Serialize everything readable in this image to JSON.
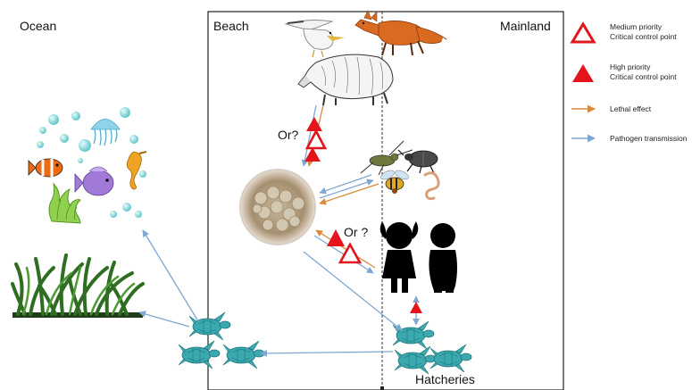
{
  "regions": {
    "ocean": "Ocean",
    "beach": "Beach",
    "mainland": "Mainland",
    "hatcheries": "Hatcheries"
  },
  "annotations": {
    "or_top": "Or?",
    "or_middle": "Or ?"
  },
  "legend": {
    "medium_line1": "Medium priority",
    "medium_line2": "Critical control point",
    "high_line1": "High priority",
    "high_line2": "Critical control point",
    "lethal": "Lethal effect",
    "pathogen": "Pathogen transmission"
  },
  "colors": {
    "priority_red": "#e3141b",
    "lethal_orange": "#d98a3a",
    "pathogen_blue": "#7fa7d2",
    "turtle_teal": "#3aaab0",
    "fox_orange": "#d96a22"
  },
  "icons": [
    "seagull-icon",
    "fox-icon",
    "boar-icon",
    "cricket-icon",
    "beetle-icon",
    "wasp-icon",
    "worm-icon",
    "egg-nest-icon",
    "child-silhouette-icon",
    "adult-silhouette-icon",
    "sea-turtle-icon",
    "seagrass-icon",
    "jellyfish-icon",
    "clownfish-icon",
    "seahorse-icon",
    "tropical-fish-icon",
    "coral-icon",
    "bubble-icon"
  ]
}
